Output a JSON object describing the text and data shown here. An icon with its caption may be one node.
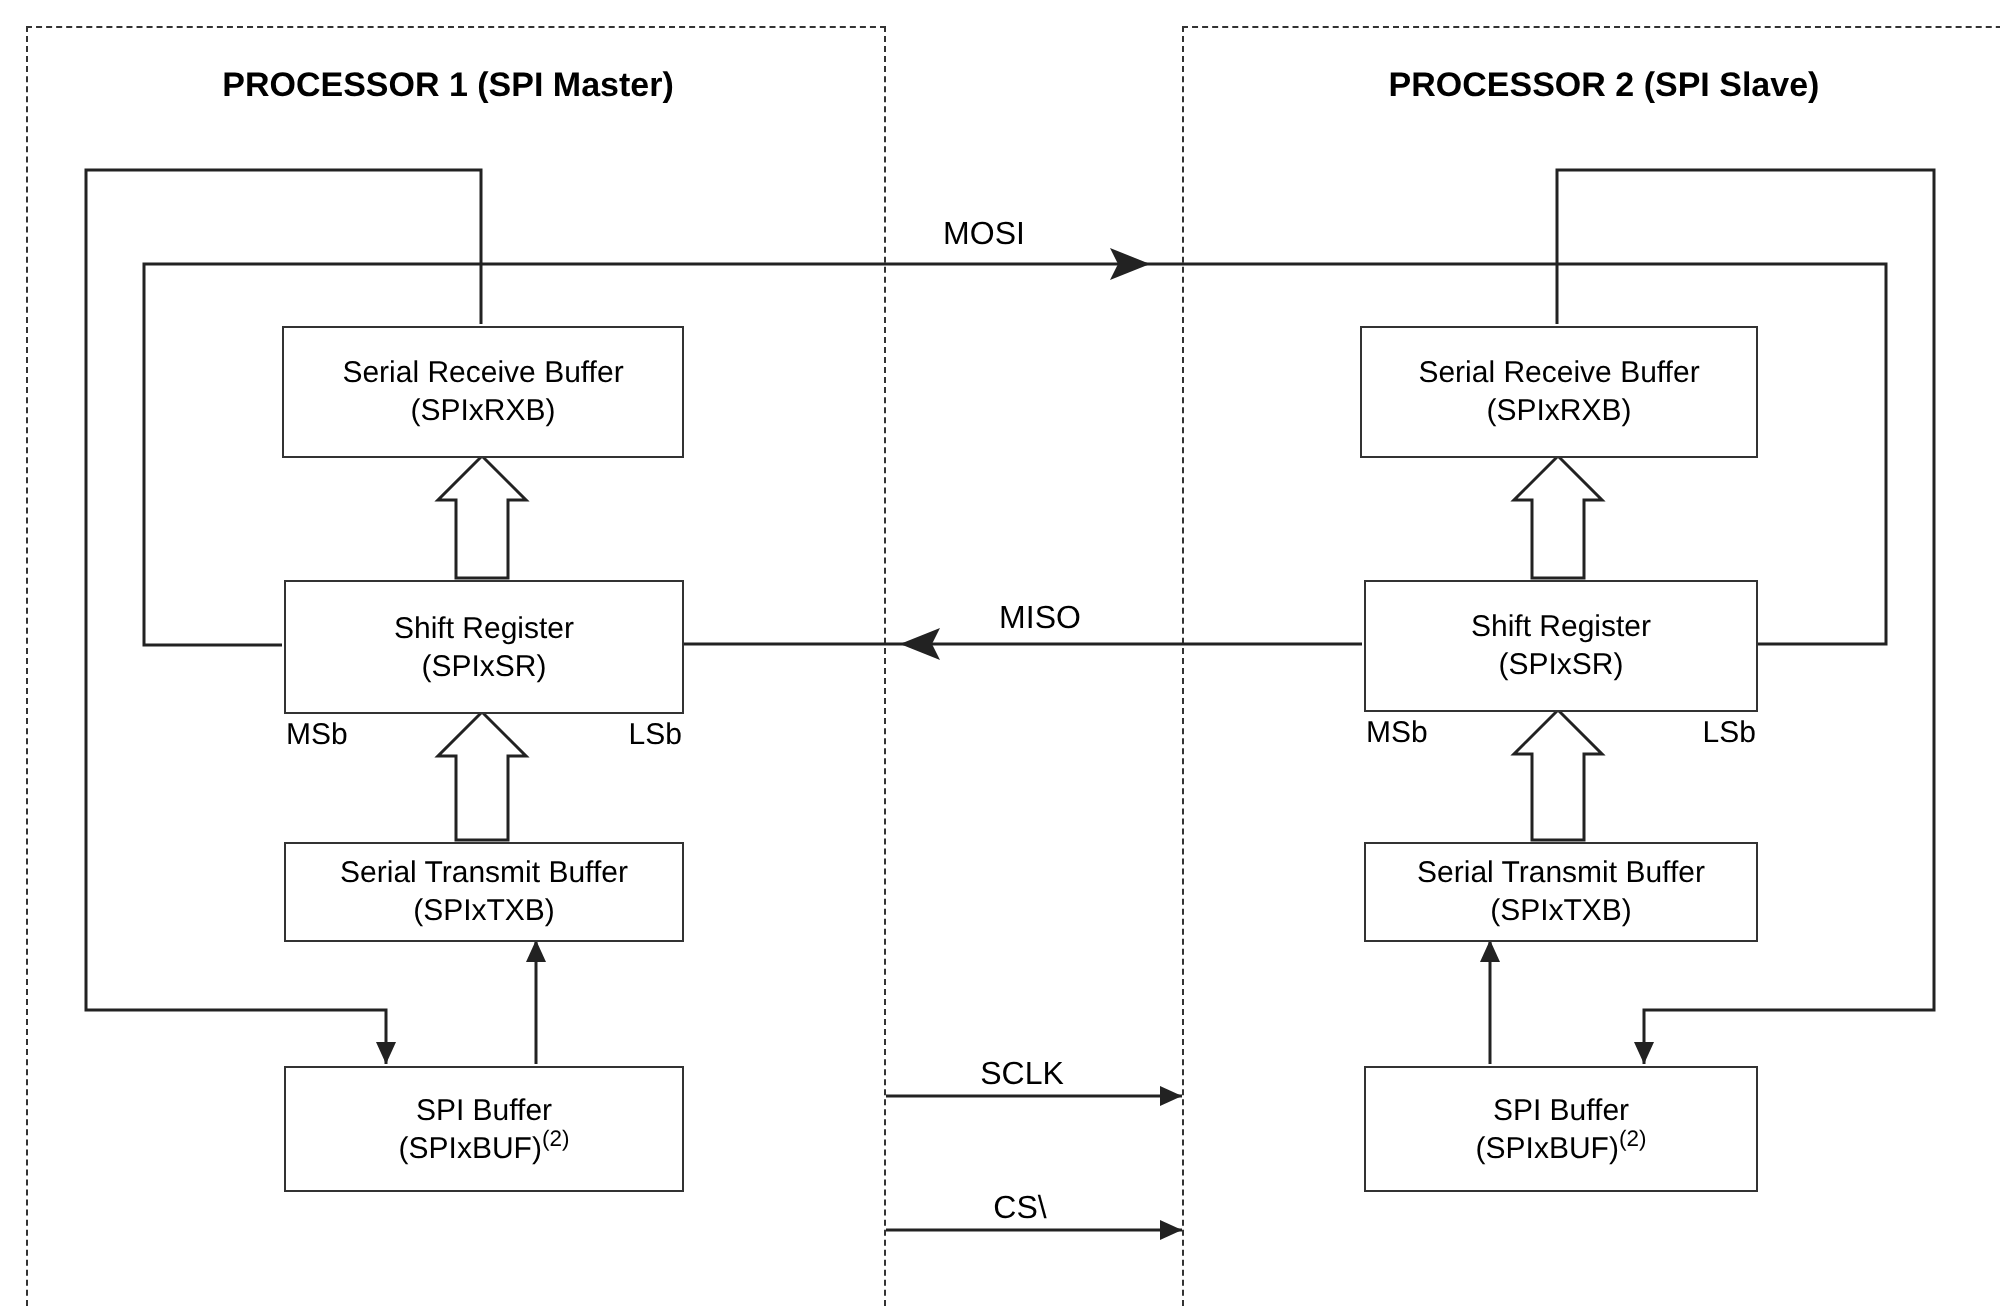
{
  "diagram": {
    "nodes": [
      {
        "text": [
          "PROCESSOR 1 (SPI Master)"
        ]
      },
      {
        "text": [
          "Serial Receive Buffer (SPIxRXB)"
        ],
        "in": 0
      },
      {
        "text": [
          "Shift Register (SPIxSR)"
        ],
        "in": 0,
        "beside": [
          "MSb",
          "LSb"
        ]
      },
      {
        "text": [
          "Serial Transmit Buffer (SPIxTXB)"
        ],
        "in": 0
      },
      {
        "text": [
          "SPI Buffer (SPIxBUF)$^{(2)}$"
        ],
        "in": 0
      },
      {
        "text": [
          "PROCESSOR 2 (SPI Slave)"
        ]
      },
      {
        "text": [
          "Serial Receive Buffer (SPIxRXB)"
        ],
        "in": 5
      },
      {
        "text": [
          "Shift Register (SPIxSR)"
        ],
        "in": 5,
        "beside": [
          "MSb",
          "LSb"
        ]
      },
      {
        "text": [
          "Serial Transmit Buffer (SPIxTXB)"
        ],
        "in": 5
      },
      {
        "text": [
          "SPI Buffer (SPIxBUF)$^{(2)}$"
        ],
        "in": 5
      }
    ],
    "edges": [
      {
        "from": 2,
        "to": 1,
        "arrow": "to",
        "style": "thick"
      },
      {
        "from": 3,
        "to": 2,
        "arrow": "to",
        "style": "thick"
      },
      {
        "from": 4,
        "to": 3,
        "arrow": "to"
      },
      {
        "from": 1,
        "to": 4,
        "arrow": "to"
      },
      {
        "from": 2,
        "to": 7,
        "arrow": "to",
        "label": "MOSI"
      },
      {
        "from": 7,
        "to": 2,
        "arrow": "to",
        "label": "MISO"
      },
      {
        "from": 7,
        "to": 6,
        "arrow": "to",
        "style": "thick"
      },
      {
        "from": 8,
        "to": 7,
        "arrow": "to",
        "style": "thick"
      },
      {
        "from": 9,
        "to": 8,
        "arrow": "to"
      },
      {
        "from": 6,
        "to": 9,
        "arrow": "to"
      },
      {
        "from": 0,
        "to": 5,
        "arrow": "to",
        "label": "SCLK"
      },
      {
        "from": 0,
        "to": 5,
        "arrow": "to",
        "label": "CS\\"
      }
    ]
  }
}
